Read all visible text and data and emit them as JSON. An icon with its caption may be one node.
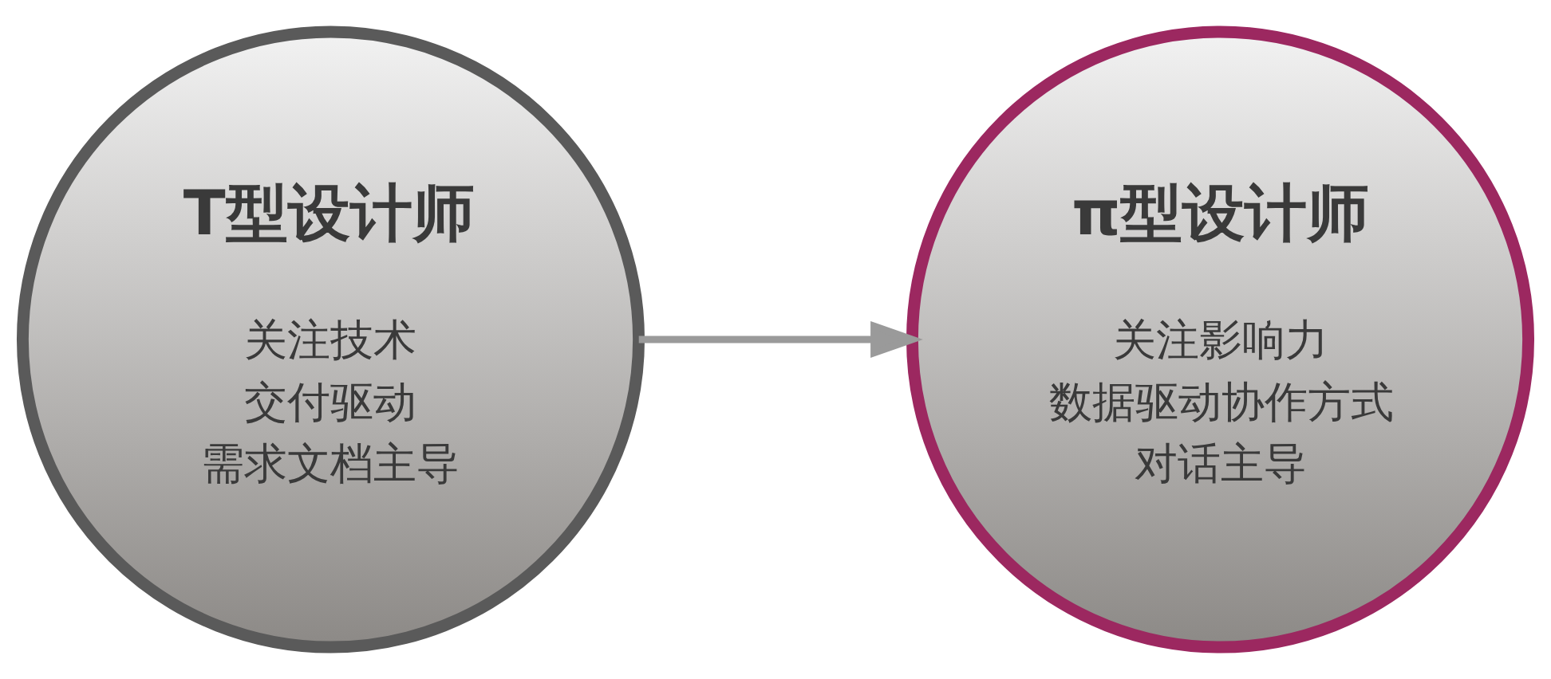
{
  "diagram": {
    "nodes": [
      {
        "text": [
          "T型设计师",
          "关注技术",
          "交付驱动",
          "需求文档主导"
        ]
      },
      {
        "text": [
          "π型设计师",
          "关注影响力",
          "数据驱动协作方式",
          "对话主导"
        ]
      }
    ],
    "edges": [
      {
        "from": 0,
        "to": 1,
        "arrow": "to"
      }
    ]
  }
}
